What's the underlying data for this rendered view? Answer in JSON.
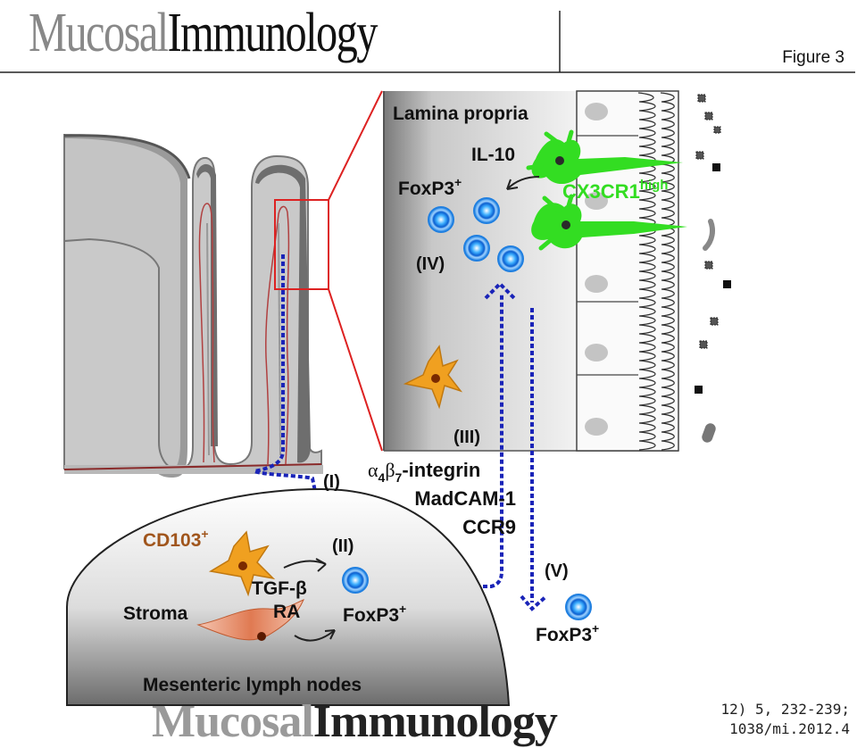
{
  "header": {
    "logo_part1": "Mucosal",
    "logo_part2": "Immunology",
    "figure_label": "Figure 3"
  },
  "diagram": {
    "lamina_propria": "Lamina propria",
    "il10": "IL-10",
    "foxp3_top": "FoxP3",
    "foxp3_sup": "+",
    "cx3cr1": "CX3CR1",
    "cx3cr1_sup": "high",
    "step_iv": "(IV)",
    "step_iii": "(III)",
    "step_i": "(I)",
    "step_ii": "(II)",
    "step_v": "(V)",
    "integrin_alpha": "α",
    "integrin_sub4": "4",
    "integrin_beta": "β",
    "integrin_sub7": "7",
    "integrin_rest": "-integrin",
    "madcam": "MadCAM-1",
    "ccr9": "CCR9",
    "cd103": "CD103",
    "cd103_sup": "+",
    "tgfb": "TGF-β",
    "ra": "RA",
    "stroma": "Stroma",
    "foxp3_ln": "FoxP3",
    "foxp3_ln_sup": "+",
    "foxp3_v": "FoxP3",
    "foxp3_v_sup": "+",
    "mln": "Mesenteric lymph nodes"
  },
  "footer": {
    "citation_line1": "12) 5, 232-239;",
    "citation_line2": "1038/mi.2012.4",
    "logo_part1": "Mucosal",
    "logo_part2": "Immunology"
  },
  "colors": {
    "treg_blue": "#1f7fe0",
    "path_blue": "#1a24b8",
    "macrophage_green": "#33dd22",
    "dc_orange": "#f0a020",
    "cd103_brown": "#a0551c",
    "zoom_red": "#dd2222"
  }
}
